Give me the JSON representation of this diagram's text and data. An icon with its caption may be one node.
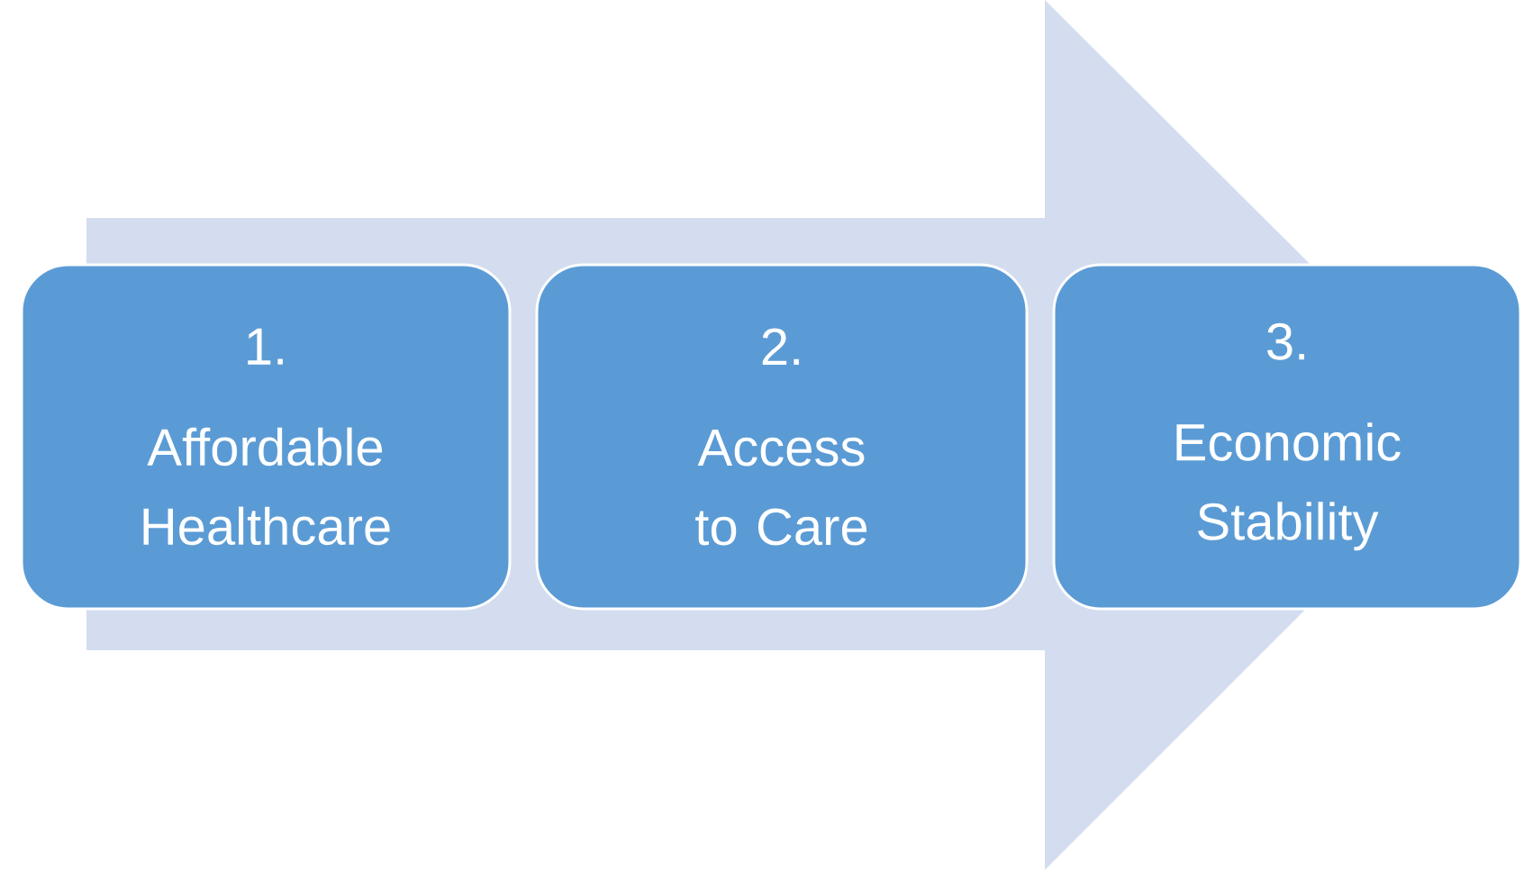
{
  "diagram": {
    "nodes": [
      {
        "text": [
          "1.",
          "Affordable Healthcare"
        ]
      },
      {
        "text": [
          "2.",
          "Access to Care"
        ]
      },
      {
        "text": [
          "3.",
          "Economic Stability"
        ]
      }
    ],
    "edges": [
      {
        "from": 0,
        "to": 2,
        "arrow": "to"
      }
    ]
  }
}
